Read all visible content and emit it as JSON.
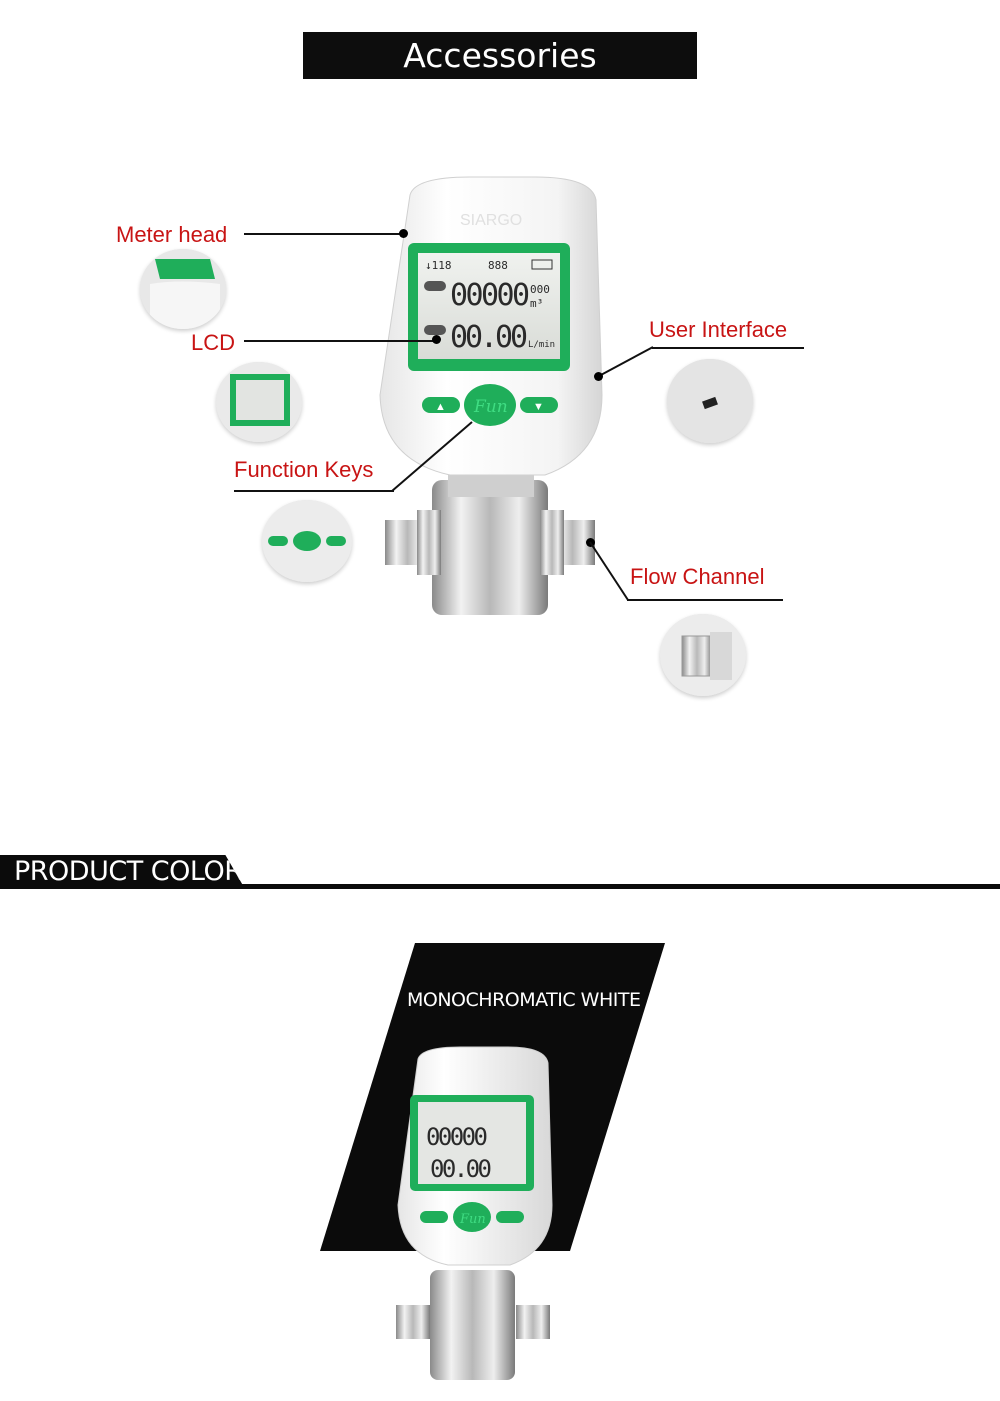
{
  "header": {
    "title": "Accessories Introduction"
  },
  "callouts": {
    "meter_head": "Meter head",
    "lcd": "LCD",
    "user_interface": "User Interface",
    "function_keys": "Function Keys",
    "flow_channel": "Flow Channel"
  },
  "device": {
    "brand": "SIARGO",
    "lcd_top_left": "↓118",
    "lcd_top_mid": "888",
    "lcd_total": "00000",
    "lcd_total_dec": "000",
    "lcd_total_unit": "m³",
    "lcd_flow": "00.00",
    "lcd_flow_unit": "L/min",
    "key_center": "Fun",
    "key_up": "▲",
    "key_down": "▼"
  },
  "product_color": {
    "section_title": "PRODUCT COLOR",
    "color_name": "MONOCHROMATIC  WHITE"
  },
  "colors": {
    "accent_green": "#1fae5a",
    "label_red": "#c81414",
    "banner_black": "#0d0d0d"
  }
}
